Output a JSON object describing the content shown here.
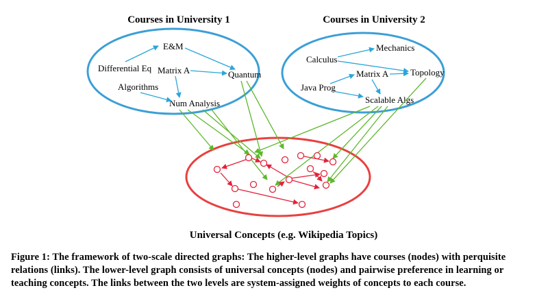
{
  "titles": {
    "u1": "Courses in University 1",
    "u2": "Courses in University 2",
    "universal": "Universal Concepts (e.g. Wikipedia Topics)"
  },
  "u1_courses": {
    "em": "E&M",
    "diffeq": "Differential Eq",
    "matrixa": "Matrix A",
    "quantum": "Quantum",
    "algorithms": "Algorithms",
    "numanalysis": "Num Analysis"
  },
  "u2_courses": {
    "calculus": "Calculus",
    "mechanics": "Mechanics",
    "matrixa": "Matrix A",
    "topology": "Topology",
    "javaprog": "Java Prog",
    "scalablealgs": "Scalable Algs"
  },
  "caption": "Figure 1: The framework of two-scale directed graphs: The higher-level graphs have courses (nodes) with perquisite relations (links). The lower-level graph consists of universal concepts (nodes) and pairwise preference in learning or teaching concepts. The links between the two levels are system-assigned weights of concepts to each course.",
  "colors": {
    "ellipse_top": "#3b9fd6",
    "ellipse_bottom": "#e8403f",
    "course_link": "#2aa6d8",
    "concept_link": "#e5213a",
    "cross_link": "#5cb82a"
  }
}
